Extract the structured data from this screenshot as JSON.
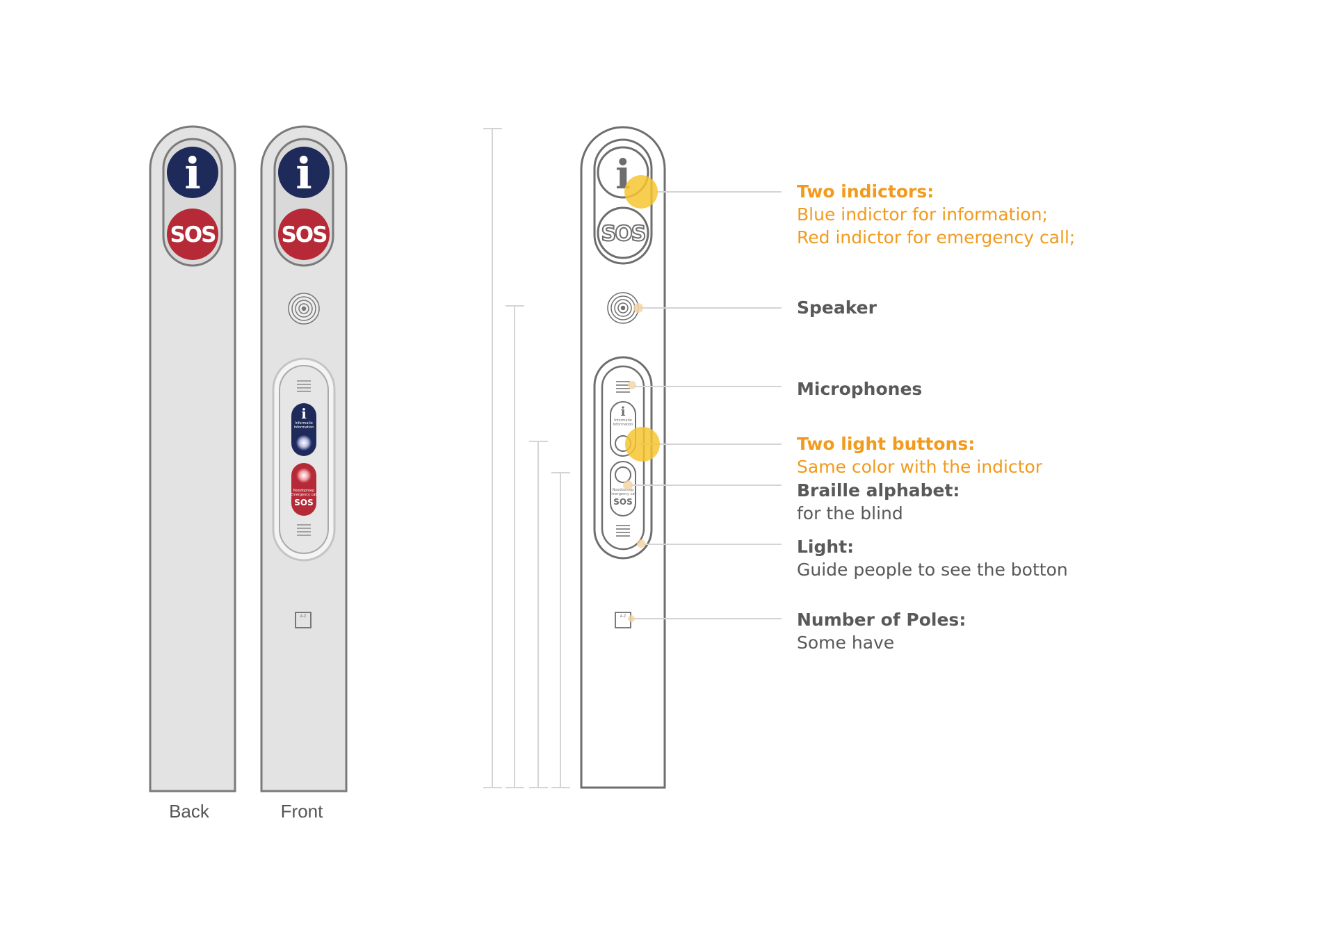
{
  "colors": {
    "accent": "#F29A1C",
    "text": "#595959",
    "pole_fill": "#E3E3E3",
    "pole_stroke": "#7A7A7A",
    "info_blue": "#1E2A5A",
    "sos_red": "#B52A36",
    "highlight": "#F7C531",
    "leader": "#D4D4D4"
  },
  "poles": [
    {
      "caption": "Back"
    },
    {
      "caption": "Front"
    }
  ],
  "pole_icons": {
    "info": "i",
    "sos": "SOS",
    "button_info_line1": "Informatie",
    "button_info_line2": "Information",
    "button_sos_line1": "Noodoproep",
    "button_sos_line2": "Emergency call",
    "pole_number": "A-Z"
  },
  "annotations": [
    {
      "id": "indicators",
      "title": "Two indictors:",
      "lines": [
        "Blue indictor for information;",
        "Red indictor for emergency call;"
      ],
      "style": "accent"
    },
    {
      "id": "speaker",
      "title": "Speaker",
      "lines": [],
      "style": "normal"
    },
    {
      "id": "microphones",
      "title": "Microphones",
      "lines": [],
      "style": "normal"
    },
    {
      "id": "light-buttons",
      "title": "Two light buttons:",
      "lines": [
        "Same color with the indictor"
      ],
      "style": "accent"
    },
    {
      "id": "braille",
      "title": "Braille alphabet:",
      "lines": [
        "for the blind"
      ],
      "style": "normal"
    },
    {
      "id": "light",
      "title": "Light:",
      "lines": [
        "Guide people to see the botton"
      ],
      "style": "normal"
    },
    {
      "id": "pole-number",
      "title": "Number of Poles:",
      "lines": [
        "Some have"
      ],
      "style": "normal"
    }
  ]
}
